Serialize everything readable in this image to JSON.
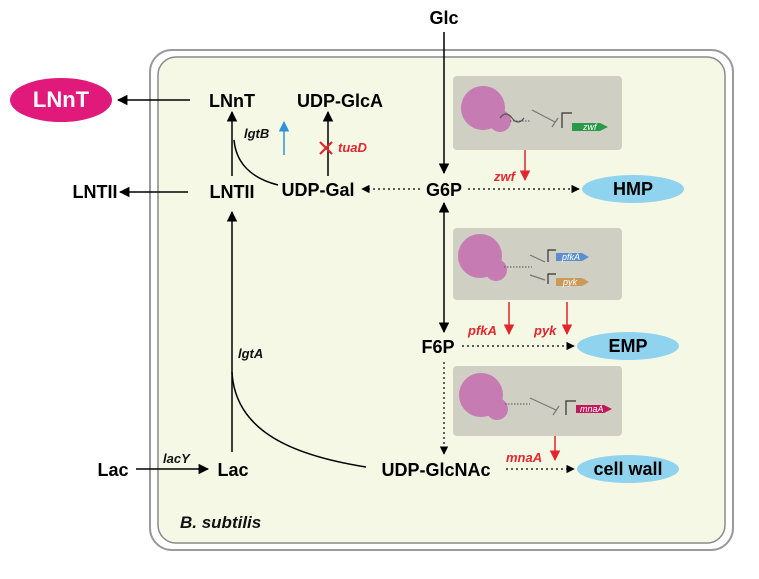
{
  "organism": "B. subtilis",
  "nodes": {
    "glc": "Glc",
    "g6p": "G6P",
    "f6p": "F6P",
    "udp_glcnac": "UDP-GlcNAc",
    "udp_gal": "UDP-Gal",
    "udp_glca": "UDP-GlcA",
    "lnnt": "LNnT",
    "lntii": "LNTII",
    "lac_in": "Lac",
    "lac_out": "Lac",
    "lnnt_out": "LNnT",
    "lntii_out": "LNTII",
    "hmp": "HMP",
    "emp": "EMP",
    "cell_wall": "cell wall"
  },
  "enzymes": {
    "lgtB": "lgtB",
    "lgtA": "lgtA",
    "lacY": "lacY",
    "tuaD": "tuaD",
    "zwf": "zwf",
    "pfkA": "pfkA",
    "pyk": "pyk",
    "mnaA": "mnaA"
  },
  "genes": {
    "zwf": "zwf",
    "pfkA": "pfkA",
    "pyk": "pyk",
    "mnaA": "mnaA"
  },
  "colors": {
    "cell_fill": "#f6f8e6",
    "cell_border": "#8a8a8a",
    "panel_fill": "#cfcfc3",
    "protein": "#c77bb3",
    "pathway_bubble": "#8fd3ee",
    "lnnt_bubble": "#e0197a",
    "repression_red": "#e3262c",
    "up_blue": "#2f93d6",
    "gene_zwf": "#2a9a4a",
    "gene_pfkA": "#5b8fcf",
    "gene_pyk": "#c99a5a",
    "gene_mnaA": "#c2185b"
  }
}
